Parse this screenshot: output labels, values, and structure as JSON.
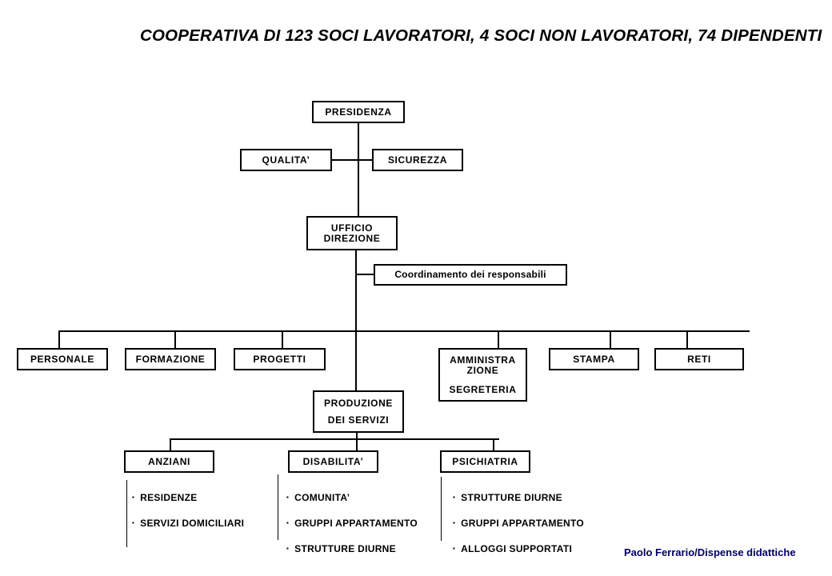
{
  "title": {
    "line1": "COOPERATIVA DI 123 SOCI LAVORATORI,",
    "line2": "4 SOCI NON LAVORATORI, 74 DIPENDENTI"
  },
  "org": {
    "presidenza": {
      "label": "PRESIDENZA"
    },
    "qualita": {
      "label": "QUALITA’"
    },
    "sicurezza": {
      "label": "SICUREZZA"
    },
    "ufficio_direzione": {
      "line1": "UFFICIO",
      "line2": "DIREZIONE"
    },
    "coordinamento": {
      "label": "Coordinamento dei responsabili"
    },
    "personale": {
      "label": "PERSONALE"
    },
    "formazione": {
      "label": "FORMAZIONE"
    },
    "progetti": {
      "label": "PROGETTI"
    },
    "amministrazione": {
      "line1": "AMMINISTRA",
      "line2": "ZIONE",
      "line3": "SEGRETERIA"
    },
    "stampa": {
      "label": "STAMPA"
    },
    "reti": {
      "label": "RETI"
    },
    "produzione": {
      "line1": "PRODUZIONE",
      "line2": "DEI SERVIZI"
    },
    "anziani": {
      "label": "ANZIANI"
    },
    "disabilita": {
      "label": "DISABILITA’"
    },
    "psichiatria": {
      "label": "PSICHIATRIA"
    }
  },
  "lists": {
    "anziani": {
      "items": [
        "RESIDENZE",
        "SERVIZI DOMICILIARI"
      ]
    },
    "disabilita": {
      "items": [
        "COMUNITA’",
        "GRUPPI APPARTAMENTO",
        "STRUTTURE DIURNE"
      ]
    },
    "psichiatria": {
      "items": [
        "STRUTTURE DIURNE",
        "GRUPPI APPARTAMENTO",
        "ALLOGGI SUPPORTATI"
      ]
    }
  },
  "bullet": "▪",
  "credit": "Paolo Ferrario/Dispense didattiche",
  "colors": {
    "ink": "#000000",
    "background": "#ffffff",
    "credit": "#000066"
  }
}
